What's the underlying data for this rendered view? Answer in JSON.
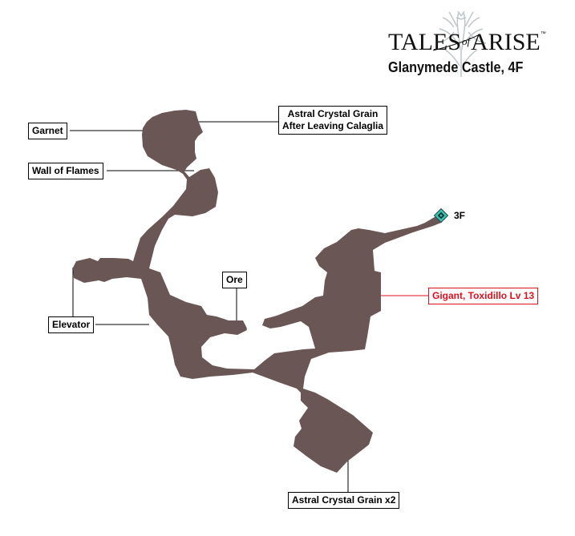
{
  "header": {
    "game_logo": {
      "part1": "TALES",
      "part2": "of",
      "part3": "ARISE",
      "trademark": "™"
    },
    "map_title": "Glanymede Castle, 4F"
  },
  "map": {
    "floor_color": "#6b5656",
    "exit_marker": {
      "label": "3F",
      "icon": "diamond-warp-icon",
      "color": "#3dbfb0"
    },
    "labels": [
      {
        "id": "garnet",
        "text": "Garnet",
        "color": "#000000"
      },
      {
        "id": "wall-of-flames",
        "text": "Wall of Flames",
        "color": "#000000"
      },
      {
        "id": "astral-crystal-grain-calaglia",
        "line1": "Astral Crystal Grain",
        "line2": "After Leaving Calaglia",
        "color": "#000000"
      },
      {
        "id": "ore",
        "text": "Ore",
        "color": "#000000"
      },
      {
        "id": "elevator",
        "text": "Elevator",
        "color": "#000000"
      },
      {
        "id": "gigant-toxidillo",
        "text": "Gigant, Toxidillo Lv 13",
        "color": "#e0101c"
      },
      {
        "id": "astral-crystal-grain-x2",
        "text": "Astral Crystal Grain x2",
        "color": "#000000"
      }
    ]
  }
}
